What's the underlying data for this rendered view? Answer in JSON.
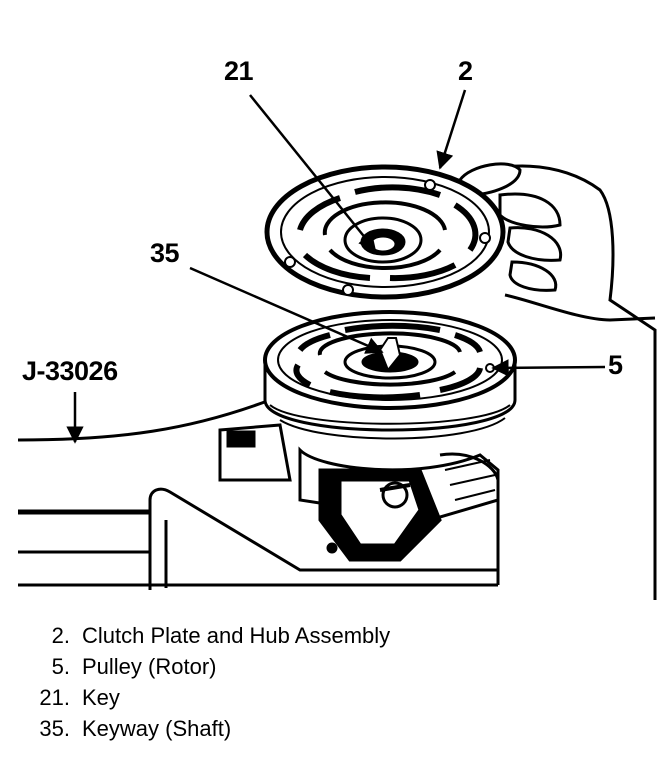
{
  "callouts": {
    "c21": "21",
    "c2": "2",
    "c35": "35",
    "tool": "J-33026",
    "c5": "5"
  },
  "legend": [
    {
      "num": "2.",
      "text": "Clutch Plate and Hub Assembly"
    },
    {
      "num": "5.",
      "text": "Pulley (Rotor)"
    },
    {
      "num": "21.",
      "text": "Key"
    },
    {
      "num": "35.",
      "text": "Keyway (Shaft)"
    }
  ]
}
